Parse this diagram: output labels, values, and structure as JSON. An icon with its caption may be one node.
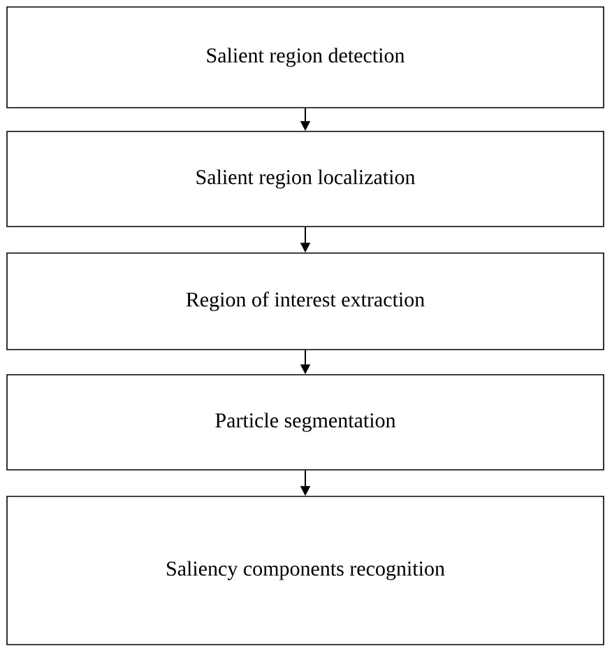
{
  "diagram": {
    "nodes": [
      {
        "text": [
          "Salient region detection"
        ]
      },
      {
        "text": [
          "Salient region localization"
        ]
      },
      {
        "text": [
          "Region of interest extraction"
        ]
      },
      {
        "text": [
          "Particle segmentation"
        ]
      },
      {
        "text": [
          "Saliency components  recognition"
        ]
      }
    ],
    "edges": [
      {
        "from": 0,
        "to": 1,
        "arrow": "to"
      },
      {
        "from": 1,
        "to": 2,
        "arrow": "to"
      },
      {
        "from": 2,
        "to": 3,
        "arrow": "to"
      },
      {
        "from": 3,
        "to": 4,
        "arrow": "to"
      }
    ]
  }
}
